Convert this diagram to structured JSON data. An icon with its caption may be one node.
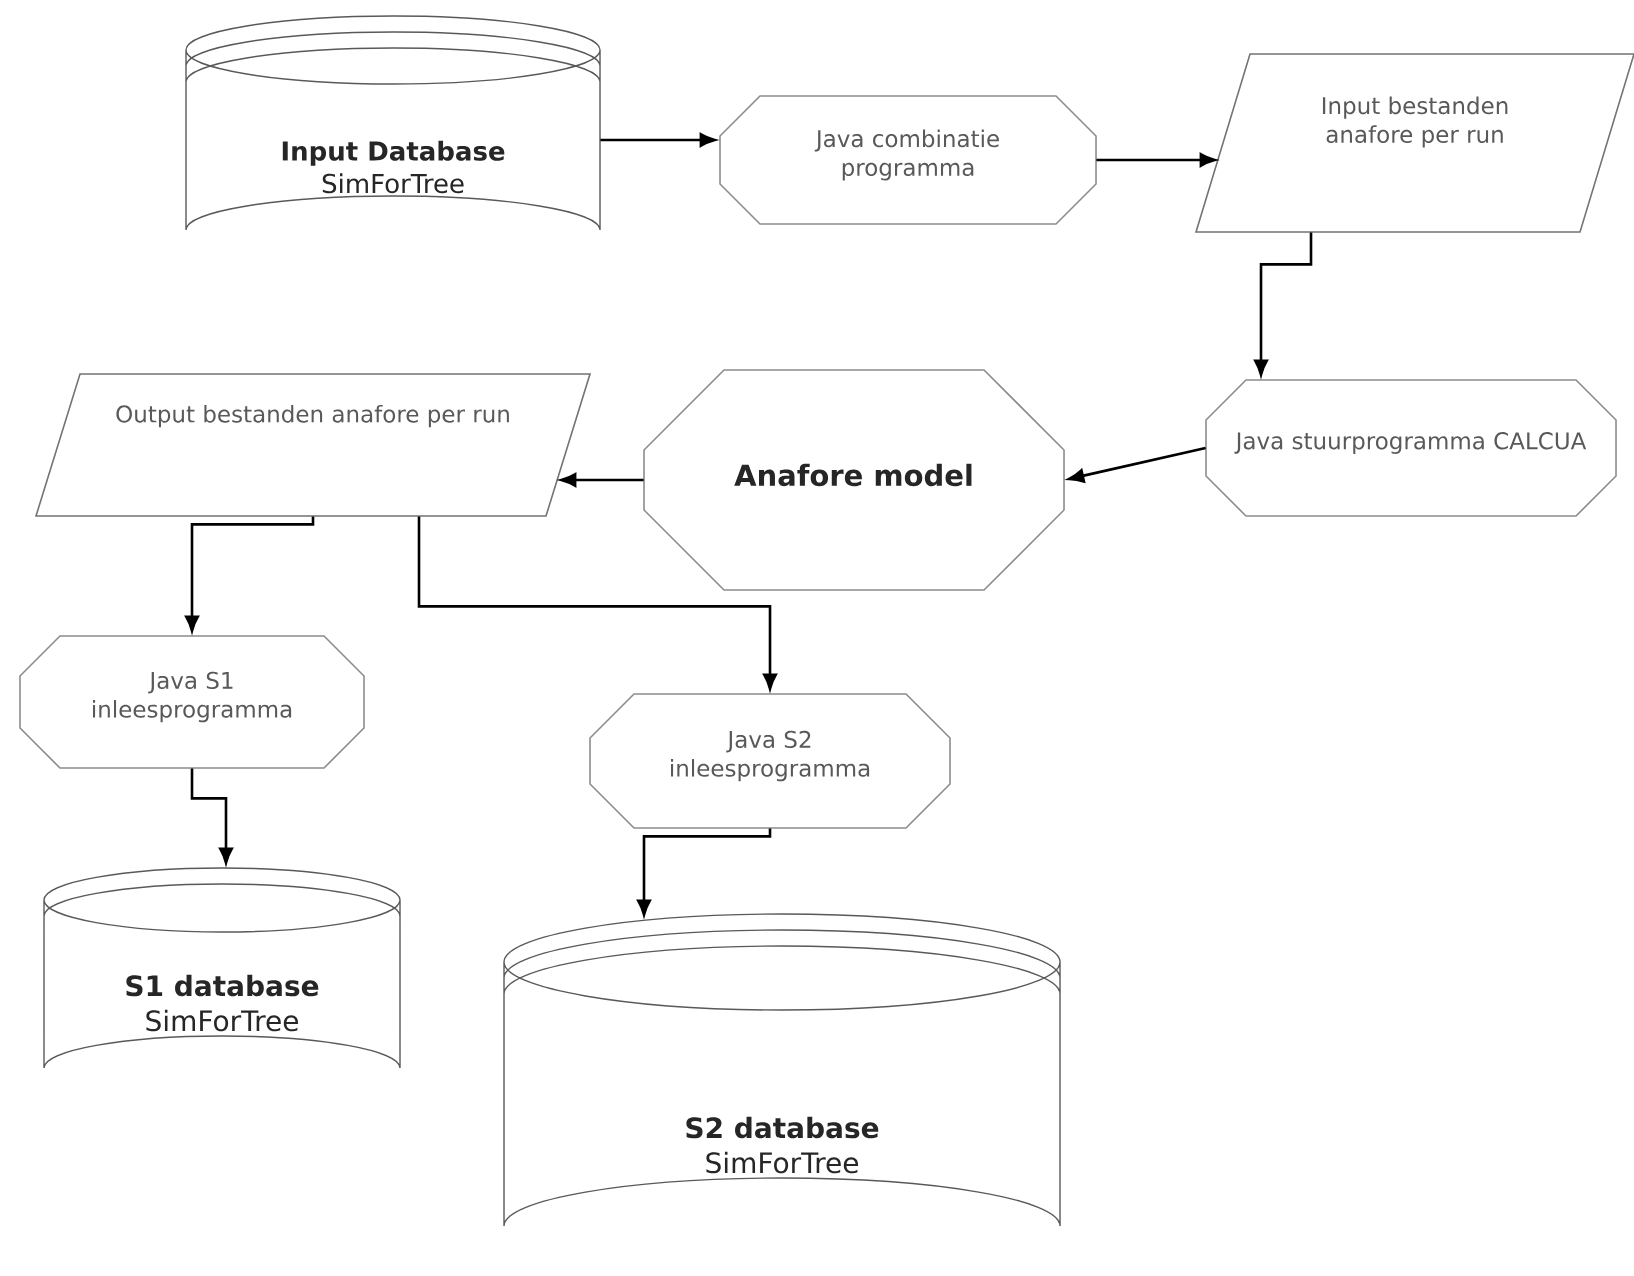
{
  "diagram": {
    "nodes": [
      {
        "text": [
          "Input Database",
          "SimForTree"
        ]
      },
      {
        "text": [
          "Java combinatie programma"
        ]
      },
      {
        "text": [
          "Input bestanden anafore per run"
        ]
      },
      {
        "text": [
          "Java stuurprogramma CALCUA"
        ]
      },
      {
        "text": [
          "Anafore model"
        ]
      },
      {
        "text": [
          "Output bestanden anafore per run"
        ]
      },
      {
        "text": [
          "Java S1 inleesprogramma"
        ]
      },
      {
        "text": [
          "Java S2 inleesprogramma"
        ]
      },
      {
        "text": [
          "S1 database",
          "SimForTree"
        ]
      },
      {
        "text": [
          "S2 database",
          "SimForTree"
        ]
      }
    ],
    "edges": [
      {
        "from": 0,
        "to": 1,
        "arrow": "to"
      },
      {
        "from": 1,
        "to": 2,
        "arrow": "to"
      },
      {
        "from": 2,
        "to": 3,
        "arrow": "to"
      },
      {
        "from": 3,
        "to": 4,
        "arrow": "to"
      },
      {
        "from": 4,
        "to": 5,
        "arrow": "to"
      },
      {
        "from": 5,
        "to": 6,
        "arrow": "to"
      },
      {
        "from": 5,
        "to": 7,
        "arrow": "to"
      },
      {
        "from": 6,
        "to": 8,
        "arrow": "to"
      },
      {
        "from": 7,
        "to": 9,
        "arrow": "to"
      }
    ]
  }
}
